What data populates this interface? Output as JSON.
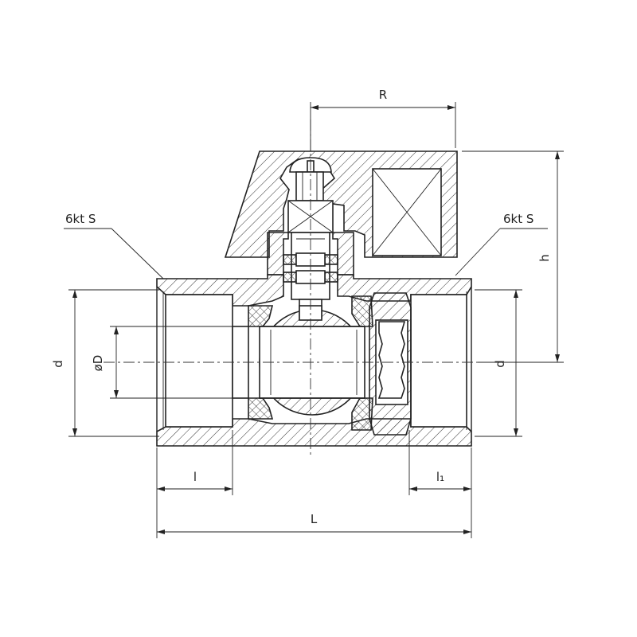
{
  "drawing": {
    "labels": {
      "R": "R",
      "h": "h",
      "hex_left": "6kt S",
      "hex_right": "6kt S",
      "d_left": "d",
      "d_right": "d",
      "phiD": "øD",
      "l": "l",
      "l1": "l₁",
      "L": "L"
    }
  }
}
